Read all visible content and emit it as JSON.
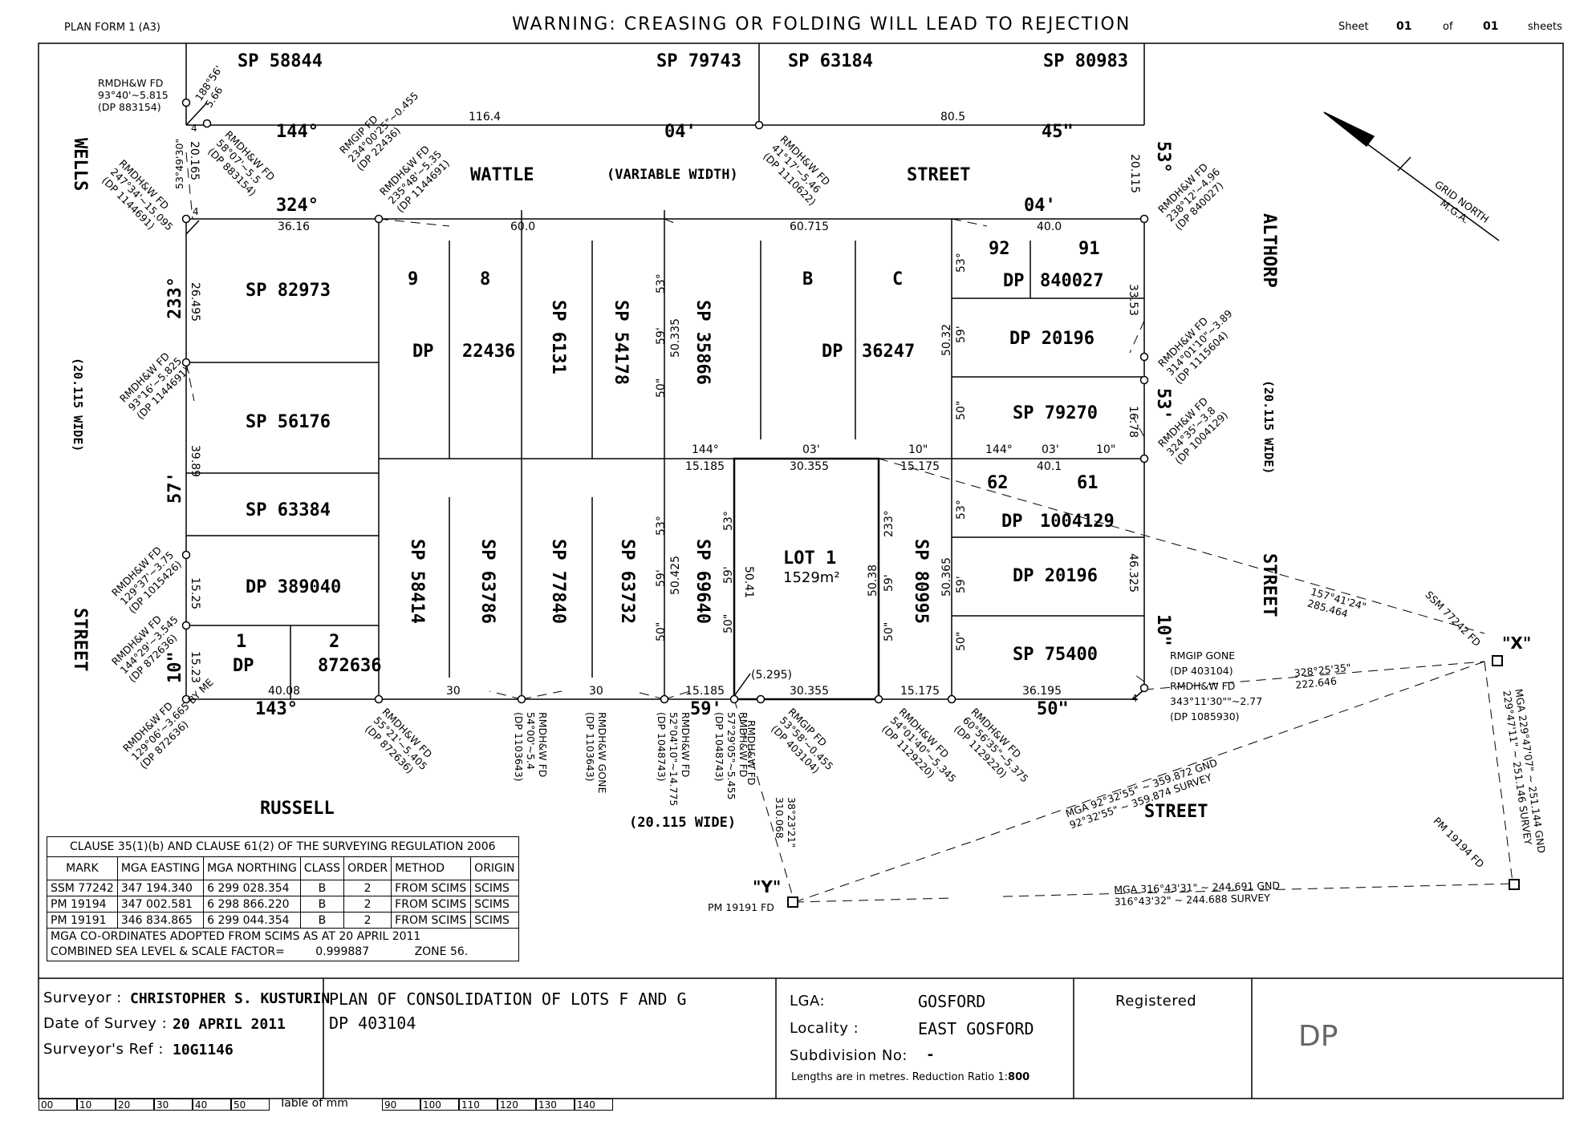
{
  "header": {
    "form": "PLAN FORM 1 (A3)",
    "warning": "WARNING: CREASING OR FOLDING WILL LEAD TO REJECTION",
    "sheet_label": "Sheet",
    "sheet_no": "01",
    "of_label": "of",
    "sheet_total": "01",
    "sheets_label": "sheets"
  },
  "streets": {
    "wattle": "WATTLE",
    "wattle_width": "(VARIABLE WIDTH)",
    "wattle_street": "STREET",
    "wells": "WELLS",
    "wells_street": "STREET",
    "wells_width": "(20.115 WIDE)",
    "althorp": "ALTHORP",
    "althorp_street": "STREET",
    "althorp_width": "(20.115 WIDE)",
    "russell": "RUSSELL",
    "russell_street": "STREET",
    "russell_width": "(20.115 WIDE)"
  },
  "parcels": {
    "sp58844": "SP 58844",
    "sp79743": "SP 79743",
    "sp63184": "SP 63184",
    "sp80983": "SP 80983",
    "sp82973": "SP 82973",
    "sp56176": "SP 56176",
    "sp63384": "SP 63384",
    "dp389040": "DP 389040",
    "lot1_small": "1",
    "lot2_small": "2",
    "dp_small": "DP",
    "dp872636": "872636",
    "lot9": "9",
    "lot8": "8",
    "dp_22436a": "DP",
    "dp_22436b": "22436",
    "sp6131": "SP 6131",
    "sp54178": "SP 54178",
    "sp35866": "SP 35866",
    "lotB": "B",
    "lotC": "C",
    "dp_36247a": "DP",
    "dp_36247b": "36247",
    "lot92": "92",
    "lot91": "91",
    "dp_840027a": "DP",
    "dp_840027b": "840027",
    "dp20196a": "DP 20196",
    "sp79270": "SP 79270",
    "lot62": "62",
    "lot61": "61",
    "dp_1004129a": "DP",
    "dp_1004129b": "1004129",
    "dp20196b": "DP 20196",
    "sp75400": "SP 75400",
    "sp58414": "SP 58414",
    "sp63786": "SP 63786",
    "sp77840": "SP 77840",
    "sp63732": "SP 63732",
    "sp69640": "SP 69640",
    "sp80995": "SP 80995",
    "lot1": "LOT 1",
    "lot1_area": "1529m²"
  },
  "bearings": {
    "b144": "144°",
    "b04": "04'",
    "b45": "45\"",
    "b324": "324°",
    "b04b": "04'",
    "b53": "53°",
    "b53b": "53'",
    "b10": "10\"",
    "b233": "233°",
    "b57": "57'",
    "b10b": "10\"",
    "b143": "143°",
    "b59": "59'",
    "b50": "50\"",
    "mid_144": "144°",
    "mid_03": "03'",
    "mid_10": "10\"",
    "r_144": "144°",
    "r_03": "03'",
    "r_10": "10\"",
    "v53a": "53°",
    "v59a": "59'",
    "v50a": "50\"",
    "v53b": "53°",
    "v59b": "59'",
    "v50b": "50\"",
    "v53c": "53°",
    "v59c": "59'",
    "v50c": "50\"",
    "v233": "233°",
    "v59d": "59'",
    "v50d": "50\"",
    "v53e": "53°",
    "v59e": "59'",
    "v50e": "50\"",
    "v53f": "53°",
    "v59f": "59'",
    "v50f": "50\""
  },
  "distances": {
    "d116_4": "116.4",
    "d80_5": "80.5",
    "d36_16": "36.16",
    "d60_0": "60.0",
    "d60_715": "60.715",
    "d40_0": "40.0",
    "d20_165": "20.165",
    "d4a": "4",
    "d4b": "4",
    "d20_115": "20.115",
    "d26_495": "26.495",
    "d39_89": "39.89",
    "d15_25": "15.25",
    "d15_23": "15.23",
    "d33_53": "33.53",
    "d16_78": "16.78",
    "d46_325": "46.325",
    "d50_335": "50.335",
    "d50_32": "50.32",
    "d50_425": "50.425",
    "d50_41": "50.41",
    "d50_38": "50.38",
    "d50_365": "50.365",
    "d15_185a": "15.185",
    "d30_355a": "30.355",
    "d15_175a": "15.175",
    "d40_1": "40.1",
    "d15_185b": "15.185",
    "d30_355b": "30.355",
    "d15_175b": "15.175",
    "d36_195": "36.195",
    "d40_08": "40.08",
    "d30a": "30",
    "d30b": "30",
    "d5_295": "(5.295)",
    "d4c": "4"
  },
  "marks": {
    "tl1": "RMDH&W FD\n93°40'~5.815\n(DP 883154)",
    "tl2": "188°56'\n5.66",
    "tl3": "RMDH&W FD\n58°07'~5.5\n(DP 883154)",
    "tl4": "53°49'30\"",
    "tl5": "RMDH&W FD\n247°34'~15.095\n(DP 1144691)",
    "tl6": "RMGIP FD\n234°00'25\"~0.455\n(DP 22436)",
    "tl7": "RMDH&W FD\n235°48'~5.35\n(DP 1144691)",
    "tl8": "RMDH&W FD\n41°17'~5.46\n(DP 1110622)",
    "tr1": "RMDH&W FD\n238°12'~4.96\n(DP 840027)",
    "r1": "RMDH&W FD\n314°01'10\"~3.89\n(DP 1115604)",
    "r2": "RMDH&W FD\n324°35'~3.8\n(DP 1004129)",
    "l1": "RMDH&W FD\n93°16'~5.825\n(DP 1144691)",
    "l2": "RMDH&W FD\n129°37'~3.75\n(DP 1015426)",
    "l3": "RMDH&W FD\n144°29'~3.545\n(DP 872636)",
    "bl1": "RMDH&W FD\n129°06'~3.665 BY ME\n(DP 872636)",
    "b1": "RMDH&W FD\n55°21'~5.405\n(DP 872636)",
    "b2": "RMDH&W FD\n54°00'~5.4\n(DP 1103643)",
    "b3": "RMDH&W GONE\n(DP 1103643)",
    "b4": "RMDH&W FD\n52°04'10\"~14.775\n(DP 1048743)",
    "b5": "RMDH&W FD\n57°29'05\"~5.455\n(DP 1048743)",
    "b6": "RMDH&W FD",
    "b7": "38°23'21\"\n310.068",
    "b8": "RMGIP FD\n53°58'~0.455\n(DP 403104)",
    "b9": "RMDH&W FD\n54°01'40\"~5.345\n(DP 1129220)",
    "b10": "RMDH&W FD\n60°56'35\"~5.375\n(DP 1129220)",
    "br1": "RMGIP GONE\n(DP 403104)\nRMDH&W FD\n343°11'30\"\"~2.77\n(DP 1085930)",
    "ssm": "SSM 77242 FD",
    "x_label": "\"X\"",
    "y_label": "\"Y\"",
    "pm19191": "PM 19191 FD",
    "pm19194": "PM 19194 FD",
    "ray1": "157°41'24\"\n285.464",
    "ray2": "328°25'35\"\n222.646",
    "mga1": "MGA 92°32'55\" ~ 359.872 GND\n92°32'55\" ~ 359.874 SURVEY",
    "mga2": "MGA 316°43'31\" ~ 244.691 GND\n316°43'32\" ~ 244.688 SURVEY",
    "mga3": "MGA 229°47'07\" ~ 251.144 GND\n229°47'11\" ~ 251.146 SURVEY",
    "grid_north": "GRID NORTH\nM.G.A."
  },
  "coord_table": {
    "title": "CLAUSE 35(1)(b) AND CLAUSE 61(2) OF THE SURVEYING REGULATION 2006",
    "headers": [
      "MARK",
      "MGA EASTING",
      "MGA NORTHING",
      "CLASS",
      "ORDER",
      "METHOD",
      "ORIGIN"
    ],
    "rows": [
      [
        "SSM 77242",
        "347 194.340",
        "6 299 028.354",
        "B",
        "2",
        "FROM SCIMS",
        "SCIMS"
      ],
      [
        "PM 19194",
        "347 002.581",
        "6 298 866.220",
        "B",
        "2",
        "FROM SCIMS",
        "SCIMS"
      ],
      [
        "PM 19191",
        "346 834.865",
        "6 299 044.354",
        "B",
        "2",
        "FROM SCIMS",
        "SCIMS"
      ]
    ],
    "note1": "MGA CO-ORDINATES ADOPTED FROM SCIMS AS AT  20 APRIL 2011",
    "note2_label": "COMBINED SEA LEVEL & SCALE FACTOR=",
    "note2_value": "0.999887",
    "note2_zone": "ZONE 56."
  },
  "title_block": {
    "surveyor_label": "Surveyor  :",
    "surveyor": "CHRISTOPHER S. KUSTURIN",
    "date_label": "Date of Survey :",
    "date": "20 APRIL 2011",
    "ref_label": "Surveyor's Ref :",
    "ref": "10G1146",
    "plan_title": "PLAN OF CONSOLIDATION OF LOTS F AND G",
    "plan_dp": "DP 403104",
    "lga_label": "LGA:",
    "lga": "GOSFORD",
    "locality_label": "Locality :",
    "locality": "EAST GOSFORD",
    "subdiv_label": "Subdivision No:",
    "subdiv": "-",
    "lengths_note": "Lengths are in metres. Reduction Ratio  1:",
    "ratio": "800",
    "registered": "Registered",
    "dp": "DP"
  },
  "scale_bar": {
    "cells": [
      "00",
      "10",
      "20",
      "30",
      "40",
      "50"
    ],
    "label": "Table of mm",
    "cells2": [
      "90",
      "100",
      "110",
      "120",
      "130",
      "140"
    ]
  }
}
